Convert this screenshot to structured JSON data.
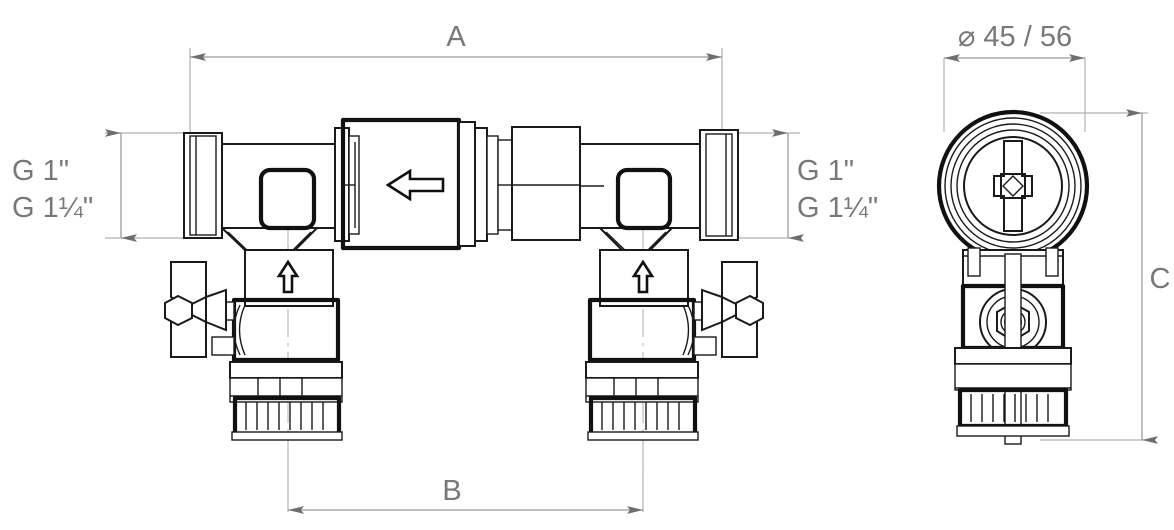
{
  "drawing": {
    "title": "Technical dimension drawing - double ball valve assembly with check valve",
    "background_color": "#ffffff",
    "line_color": "#1a1a1a",
    "dimension_color": "#787878",
    "dimension_line_color": "#9a9a9a"
  },
  "dimensions": {
    "overall_width": {
      "label": "A",
      "name": "dimension-a-overall-width",
      "position": "top"
    },
    "center_distance": {
      "label": "B",
      "name": "dimension-b-center-distance",
      "position": "bottom"
    },
    "height": {
      "label": "C",
      "name": "dimension-c-height",
      "position": "right"
    },
    "diameter": {
      "label": "⌀ 45 / 56",
      "symbol": "⌀",
      "values": "45 / 56",
      "name": "dimension-diameter",
      "position": "top-right"
    }
  },
  "thread_labels": {
    "left": [
      {
        "text": "G 1\"",
        "name": "thread-label-left-g1"
      },
      {
        "text": "G 1¼\"",
        "name": "thread-label-left-g125"
      }
    ],
    "right": [
      {
        "text": "G 1\"",
        "name": "thread-label-right-g1"
      },
      {
        "text": "G 1¼\"",
        "name": "thread-label-right-g125"
      }
    ],
    "left_lines": {
      "line1": "G 1\"",
      "line2_prefix": "G 1",
      "line2_frac_num": "1",
      "line2_frac_den": "4",
      "line2_suffix": "\""
    },
    "right_lines": {
      "line1": "G 1\"",
      "line2_prefix": "G 1",
      "line2_frac_num": "1",
      "line2_frac_den": "4",
      "line2_suffix": "\""
    }
  },
  "views": {
    "front": {
      "name": "front-view",
      "flow_arrow_direction": "left",
      "flow_arrow_name": "flow-direction-arrow"
    },
    "side": {
      "name": "side-view",
      "label": "side view"
    }
  },
  "components": {
    "left_union_nut": "left-union-nut",
    "right_union_nut": "right-union-nut",
    "check_valve_body": "check-valve-body",
    "left_ball_valve": "left-ball-valve",
    "right_ball_valve": "right-ball-valve",
    "left_butterfly_handle": "left-butterfly-handle",
    "right_butterfly_handle": "right-butterfly-handle",
    "left_knurled_cap": "left-knurled-cap",
    "right_knurled_cap": "right-knurled-cap",
    "left_square_port": "left-square-port",
    "right_square_port": "right-square-port",
    "left_up-arrow": "left-flow-up-arrow",
    "right_up-arrow": "right-flow-up-arrow"
  }
}
